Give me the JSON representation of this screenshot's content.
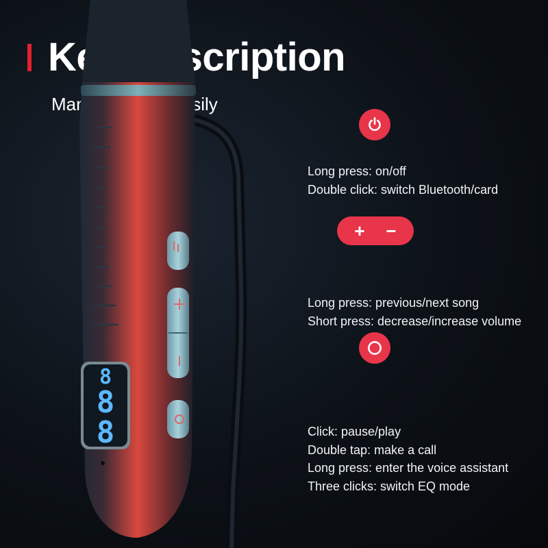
{
  "header": {
    "title": "Key Description",
    "subtitle": "Manage music easily"
  },
  "buttons": {
    "power": {
      "icon": "power-icon",
      "lines": [
        "Long press: on/off",
        "Double click: switch Bluetooth/card"
      ]
    },
    "volume": {
      "icon": "plus-minus-icon",
      "plus_label": "+",
      "minus_label": "−",
      "lines": [
        "Long press:  previous/next song",
        "Short press: decrease/increase volume"
      ]
    },
    "play": {
      "icon": "circle-icon",
      "lines": [
        "Click: pause/play",
        "Double tap: make a call",
        "Long press: enter the voice assistant",
        "Three clicks: switch EQ mode"
      ]
    }
  },
  "display": {
    "digits": [
      "8",
      "8",
      "8"
    ]
  },
  "colors": {
    "accent": "#e2202e",
    "button": "#e8354a",
    "background": "#0c1117",
    "display_digits": "#5cb8ff"
  }
}
